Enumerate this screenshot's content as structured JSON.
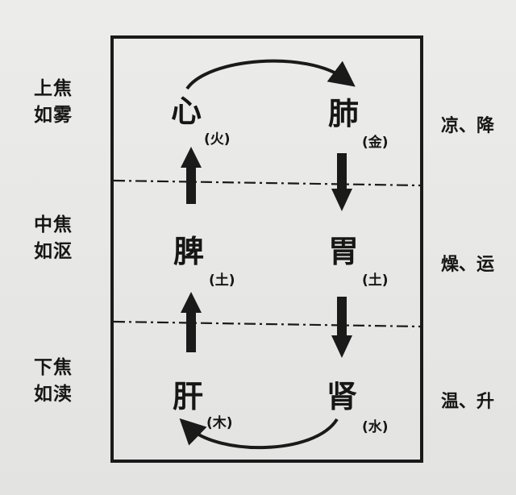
{
  "zones": [
    {
      "name": "上焦",
      "desc": "如雾",
      "property": "凉、降"
    },
    {
      "name": "中焦",
      "desc": "如沤",
      "property": "燥、运"
    },
    {
      "name": "下焦",
      "desc": "如渎",
      "property": "温、升"
    }
  ],
  "organs": {
    "heart": {
      "name": "心",
      "element": "(火)"
    },
    "lung": {
      "name": "肺",
      "element": "(金)"
    },
    "spleen": {
      "name": "脾",
      "element": "(土)"
    },
    "stomach": {
      "name": "胃",
      "element": "(土)"
    },
    "liver": {
      "name": "肝",
      "element": "(木)"
    },
    "kidney": {
      "name": "肾",
      "element": "(水)"
    }
  }
}
